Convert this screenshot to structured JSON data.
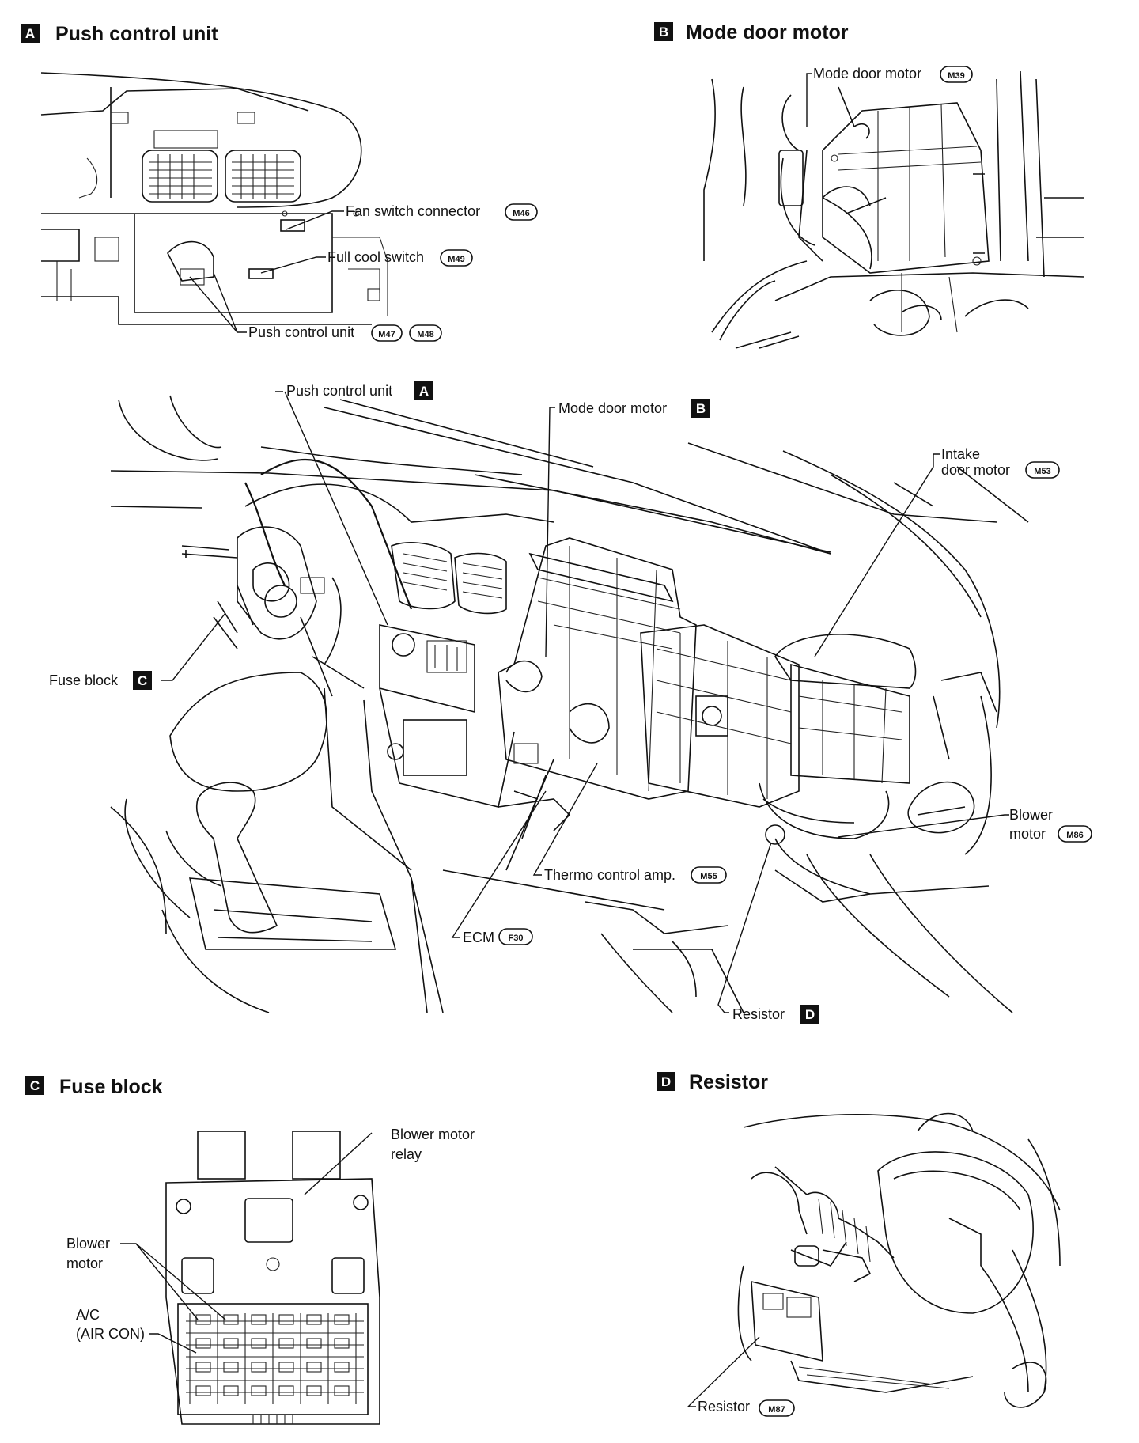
{
  "panels": {
    "A": {
      "badge": "A",
      "title": "Push control unit"
    },
    "B": {
      "badge": "B",
      "title": "Mode door motor"
    },
    "C": {
      "badge": "C",
      "title": "Fuse block"
    },
    "D": {
      "badge": "D",
      "title": "Resistor"
    }
  },
  "panel_a_labels": {
    "fan_switch": "Fan switch connector",
    "fan_switch_conn": "M46",
    "full_cool": "Full cool switch",
    "full_cool_conn": "M49",
    "push_control": "Push control unit",
    "push_control_conn1": "M47",
    "push_control_conn2": "M48"
  },
  "panel_b_labels": {
    "mode_door": "Mode door motor",
    "mode_door_conn": "M39"
  },
  "overview_labels": {
    "push_control": "Push control unit",
    "push_control_ref": "A",
    "mode_door": "Mode door motor",
    "mode_door_ref": "B",
    "intake_line1": "Intake",
    "intake_line2": "door motor",
    "intake_conn": "M53",
    "fuse_block": "Fuse block",
    "fuse_block_ref": "C",
    "blower_line1": "Blower",
    "blower_line2": "motor",
    "blower_conn": "M86",
    "thermo": "Thermo control amp.",
    "thermo_conn": "M55",
    "ecm": "ECM",
    "ecm_conn": "F30",
    "resistor": "Resistor",
    "resistor_ref": "D"
  },
  "panel_c_labels": {
    "relay_line1": "Blower motor",
    "relay_line2": "relay",
    "blower_line1": "Blower",
    "blower_line2": "motor",
    "ac_line1": "A/C",
    "ac_line2": "(AIR CON)"
  },
  "panel_d_labels": {
    "resistor": "Resistor",
    "resistor_conn": "M87"
  }
}
